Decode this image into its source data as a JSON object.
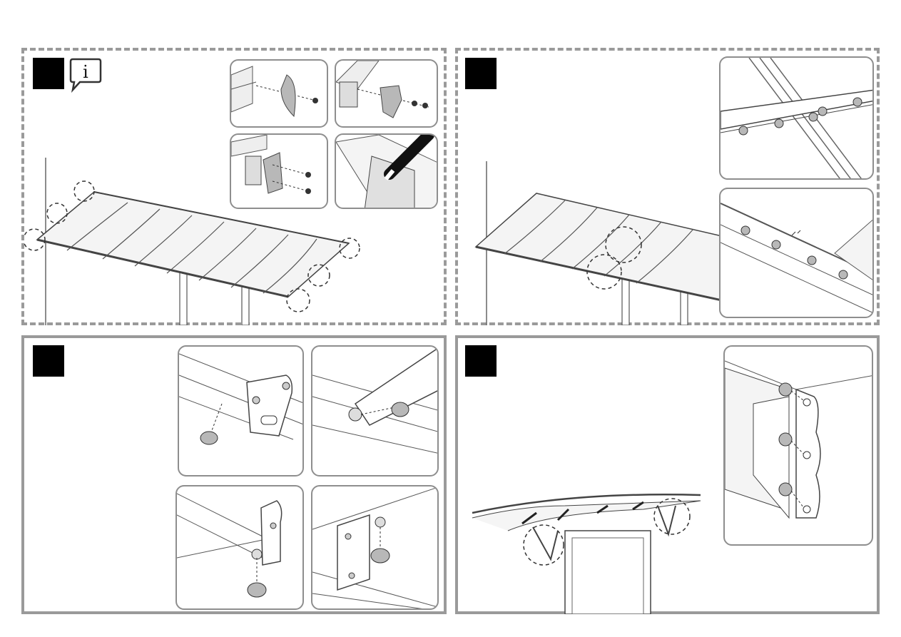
{
  "steps": [
    {
      "number": "",
      "type": "info",
      "icon": "info-speech-bubble-icon",
      "border": "dashed"
    },
    {
      "number": "",
      "type": "assembly",
      "border": "dashed"
    },
    {
      "number": "",
      "type": "assembly",
      "border": "solid"
    },
    {
      "number": "",
      "type": "assembly",
      "border": "solid"
    }
  ],
  "info_icon_letter": "i",
  "colors": {
    "frame": "#9a9a9a",
    "detail_border": "#8e8e8e",
    "part_gray": "#b8b8b8",
    "ink": "#222222"
  }
}
